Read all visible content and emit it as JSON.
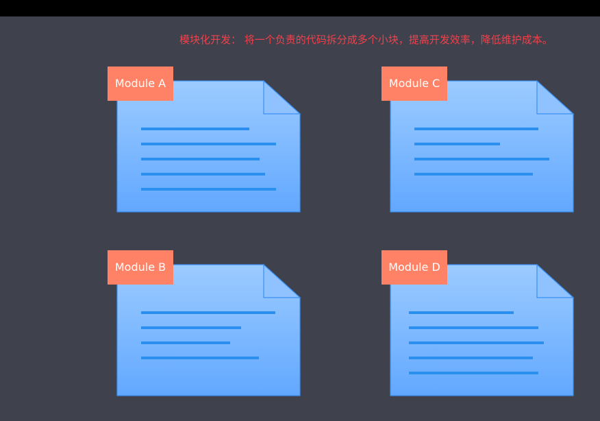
{
  "caption": "模块化开发： 将一个负责的代码拆分成多个小块，提高开发效率，降低维护成本。",
  "colors": {
    "background": "#3f414d",
    "topbar": "#000000",
    "caption": "#f2404a",
    "tag": "#ff8266",
    "doc_top": "#9ccbff",
    "doc_bottom": "#62a8ff",
    "doc_border": "#3b8ff0",
    "lines": "#2a8fee"
  },
  "modules": [
    {
      "label": "Module A",
      "icon": "document-icon"
    },
    {
      "label": "Module C",
      "icon": "document-icon"
    },
    {
      "label": "Module B",
      "icon": "document-icon"
    },
    {
      "label": "Module D",
      "icon": "document-icon"
    }
  ]
}
